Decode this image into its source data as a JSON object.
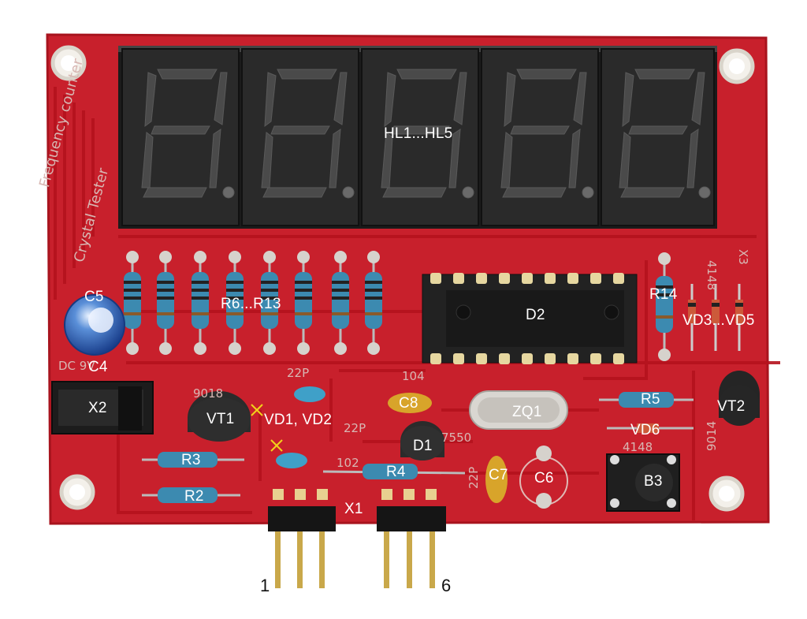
{
  "labels": {
    "hl": "HL1...HL5",
    "r6_r13": "R6...R13",
    "c5": "C5",
    "c4": "C4",
    "x2": "X2",
    "vt1": "VT1",
    "vd1_vd2": "VD1, VD2",
    "r3": "R3",
    "r2": "R2",
    "c8": "C8",
    "d1": "D1",
    "r4": "R4",
    "x1": "X1",
    "d2": "D2",
    "r14": "R14",
    "vd3_vd5": "VD3...VD5",
    "vt2": "VT2",
    "r5": "R5",
    "zq1": "ZQ1",
    "vd6": "VD6",
    "c7": "C7",
    "c6": "C6",
    "b3": "B3",
    "pin1": "1",
    "pin6": "6"
  },
  "silkscreen": {
    "freq": "Frequency counter",
    "crystal": "Crystal Tester",
    "dc": "DC 9V",
    "t9018": "9018",
    "p22a": "22P",
    "p22b": "22P",
    "c104": "104",
    "c102": "102",
    "i7550": "7550",
    "p22c": "22P",
    "t4148a": "4148",
    "x3": "X3",
    "t4148b": "4148",
    "t9014": "9014"
  },
  "colors": {
    "pcb": "#c8202c",
    "pcb_dark": "#a8141e",
    "label": "#ffffff",
    "marker": "#f2d21a"
  }
}
